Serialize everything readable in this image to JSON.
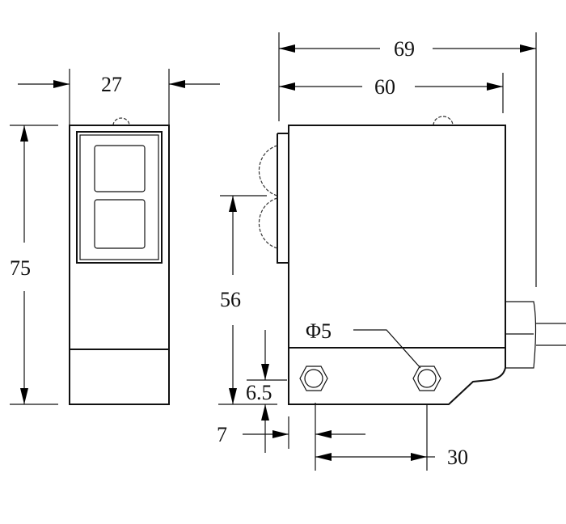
{
  "drawing": {
    "front_view": {
      "width_label": "27",
      "height_label": "75"
    },
    "side_view": {
      "overall_length_label": "69",
      "body_length_label": "60",
      "lens_height_label": "56",
      "flange_height_label": "6.5",
      "hole_offset_label": "7",
      "hole_spacing_label": "30",
      "hole_diameter_label": "Φ5"
    },
    "line_color": "#111111"
  }
}
